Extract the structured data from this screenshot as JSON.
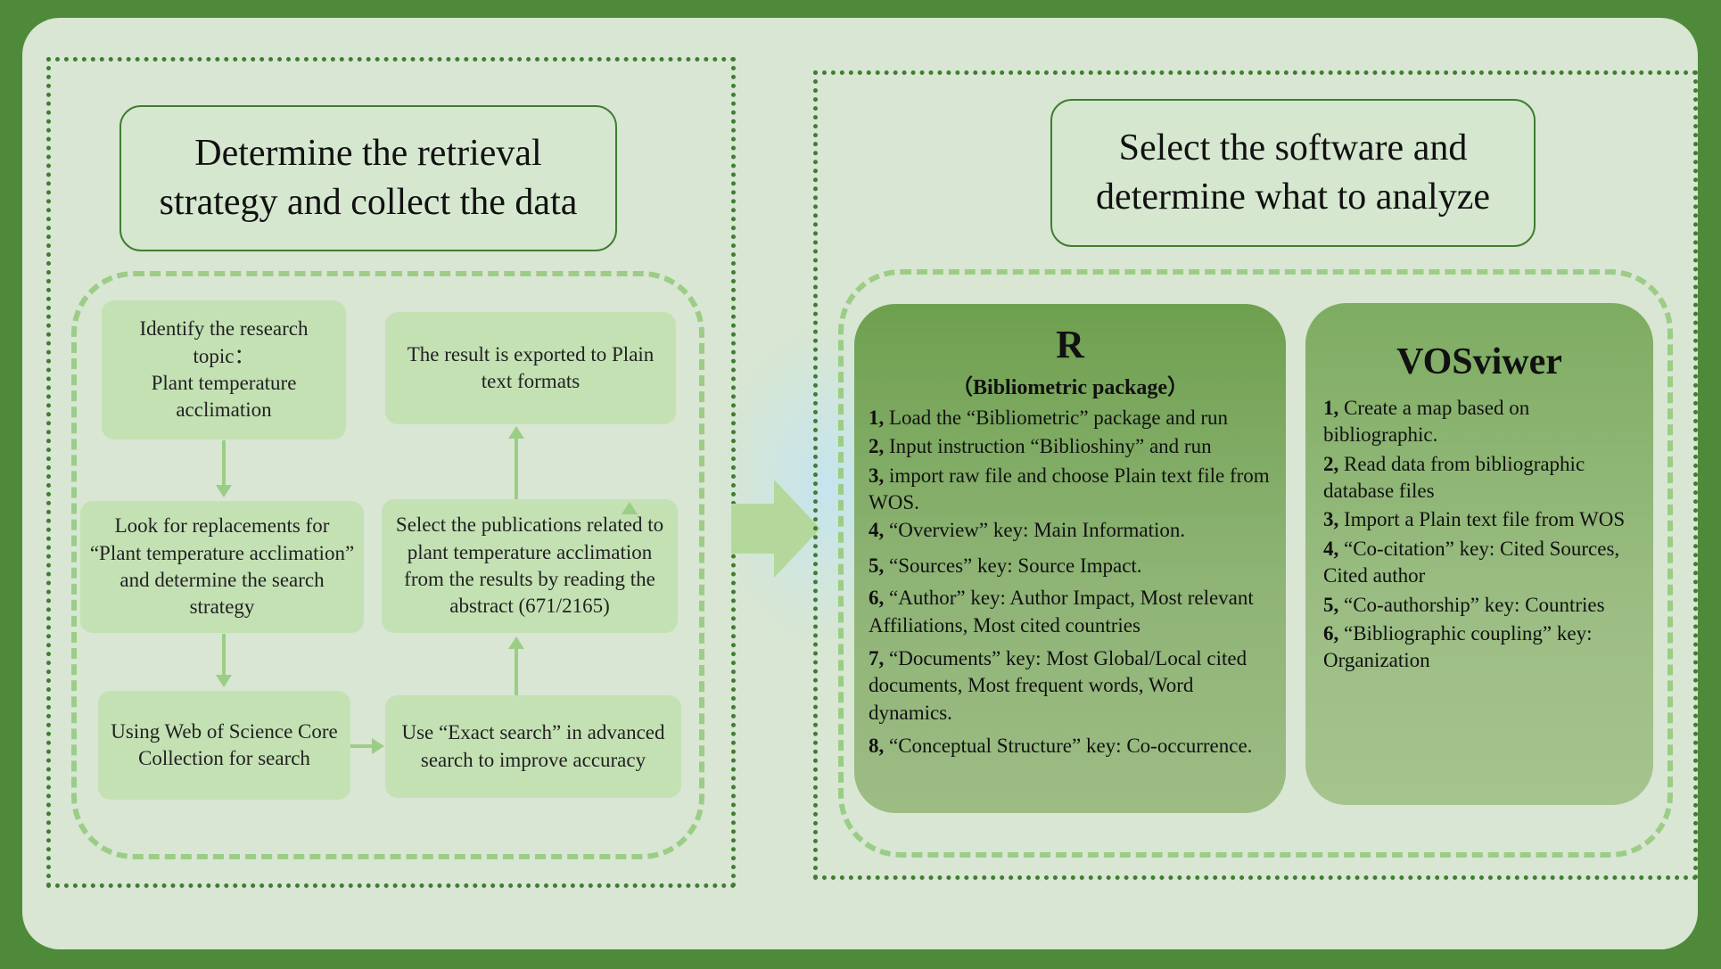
{
  "left_panel": {
    "title": "Determine the retrieval strategy and collect the data",
    "steps": {
      "identify": "Identify the research topic：\nPlant temperature acclimation",
      "replace": "Look for replacements for “Plant temperature acclimation” and determine the search strategy",
      "wos": "Using Web of Science Core Collection for search",
      "exact": "Use “Exact search” in advanced search to improve accuracy",
      "select": "Select the publications related to plant temperature acclimation from the results by reading the abstract (671/2165)",
      "export": "The result is exported to Plain text formats"
    }
  },
  "right_panel": {
    "title": "Select the software and determine what to analyze",
    "r_card": {
      "title": "R",
      "subtitle": "（Bibliometric package）",
      "items": [
        {
          "num": "1,",
          "text": " Load the “Bibliometric” package and run"
        },
        {
          "num": "2,",
          "text": " Input instruction “Biblioshiny” and run"
        },
        {
          "num": "3,",
          "text": " import raw file and choose Plain text file from WOS."
        },
        {
          "num": "4,",
          "text": " “Overview” key: Main Information."
        },
        {
          "num": "5,",
          "text": " “Sources” key: Source Impact."
        },
        {
          "num": "6,",
          "text": " “Author” key: Author Impact, Most relevant Affiliations, Most cited countries"
        },
        {
          "num": "7,",
          "text": " “Documents” key: Most Global/Local cited documents, Most frequent words, Word dynamics."
        },
        {
          "num": "8,",
          "text": " “Conceptual Structure” key: Co-occurrence."
        }
      ]
    },
    "vos_card": {
      "title": "VOSviwer",
      "items": [
        {
          "num": "1,",
          "text": " Create a map based on bibliographic."
        },
        {
          "num": "2,",
          "text": " Read data from bibliographic database files"
        },
        {
          "num": "3,",
          "text": " Import a Plain text file from WOS"
        },
        {
          "num": "4,",
          "text": " “Co-citation” key: Cited Sources, Cited author"
        },
        {
          "num": "5,",
          "text": " “Co-authorship” key: Countries"
        },
        {
          "num": "6,",
          "text": " “Bibliographic coupling” key: Organization"
        }
      ]
    }
  },
  "colors": {
    "frame": "#4e8a3a",
    "background": "#d8e6d3",
    "panel_border": "#3f7e30",
    "step_fill": "#c4e1b4",
    "dash": "#9ccd86",
    "r_card": "#8fb476",
    "vos_card": "#9bbd83"
  }
}
